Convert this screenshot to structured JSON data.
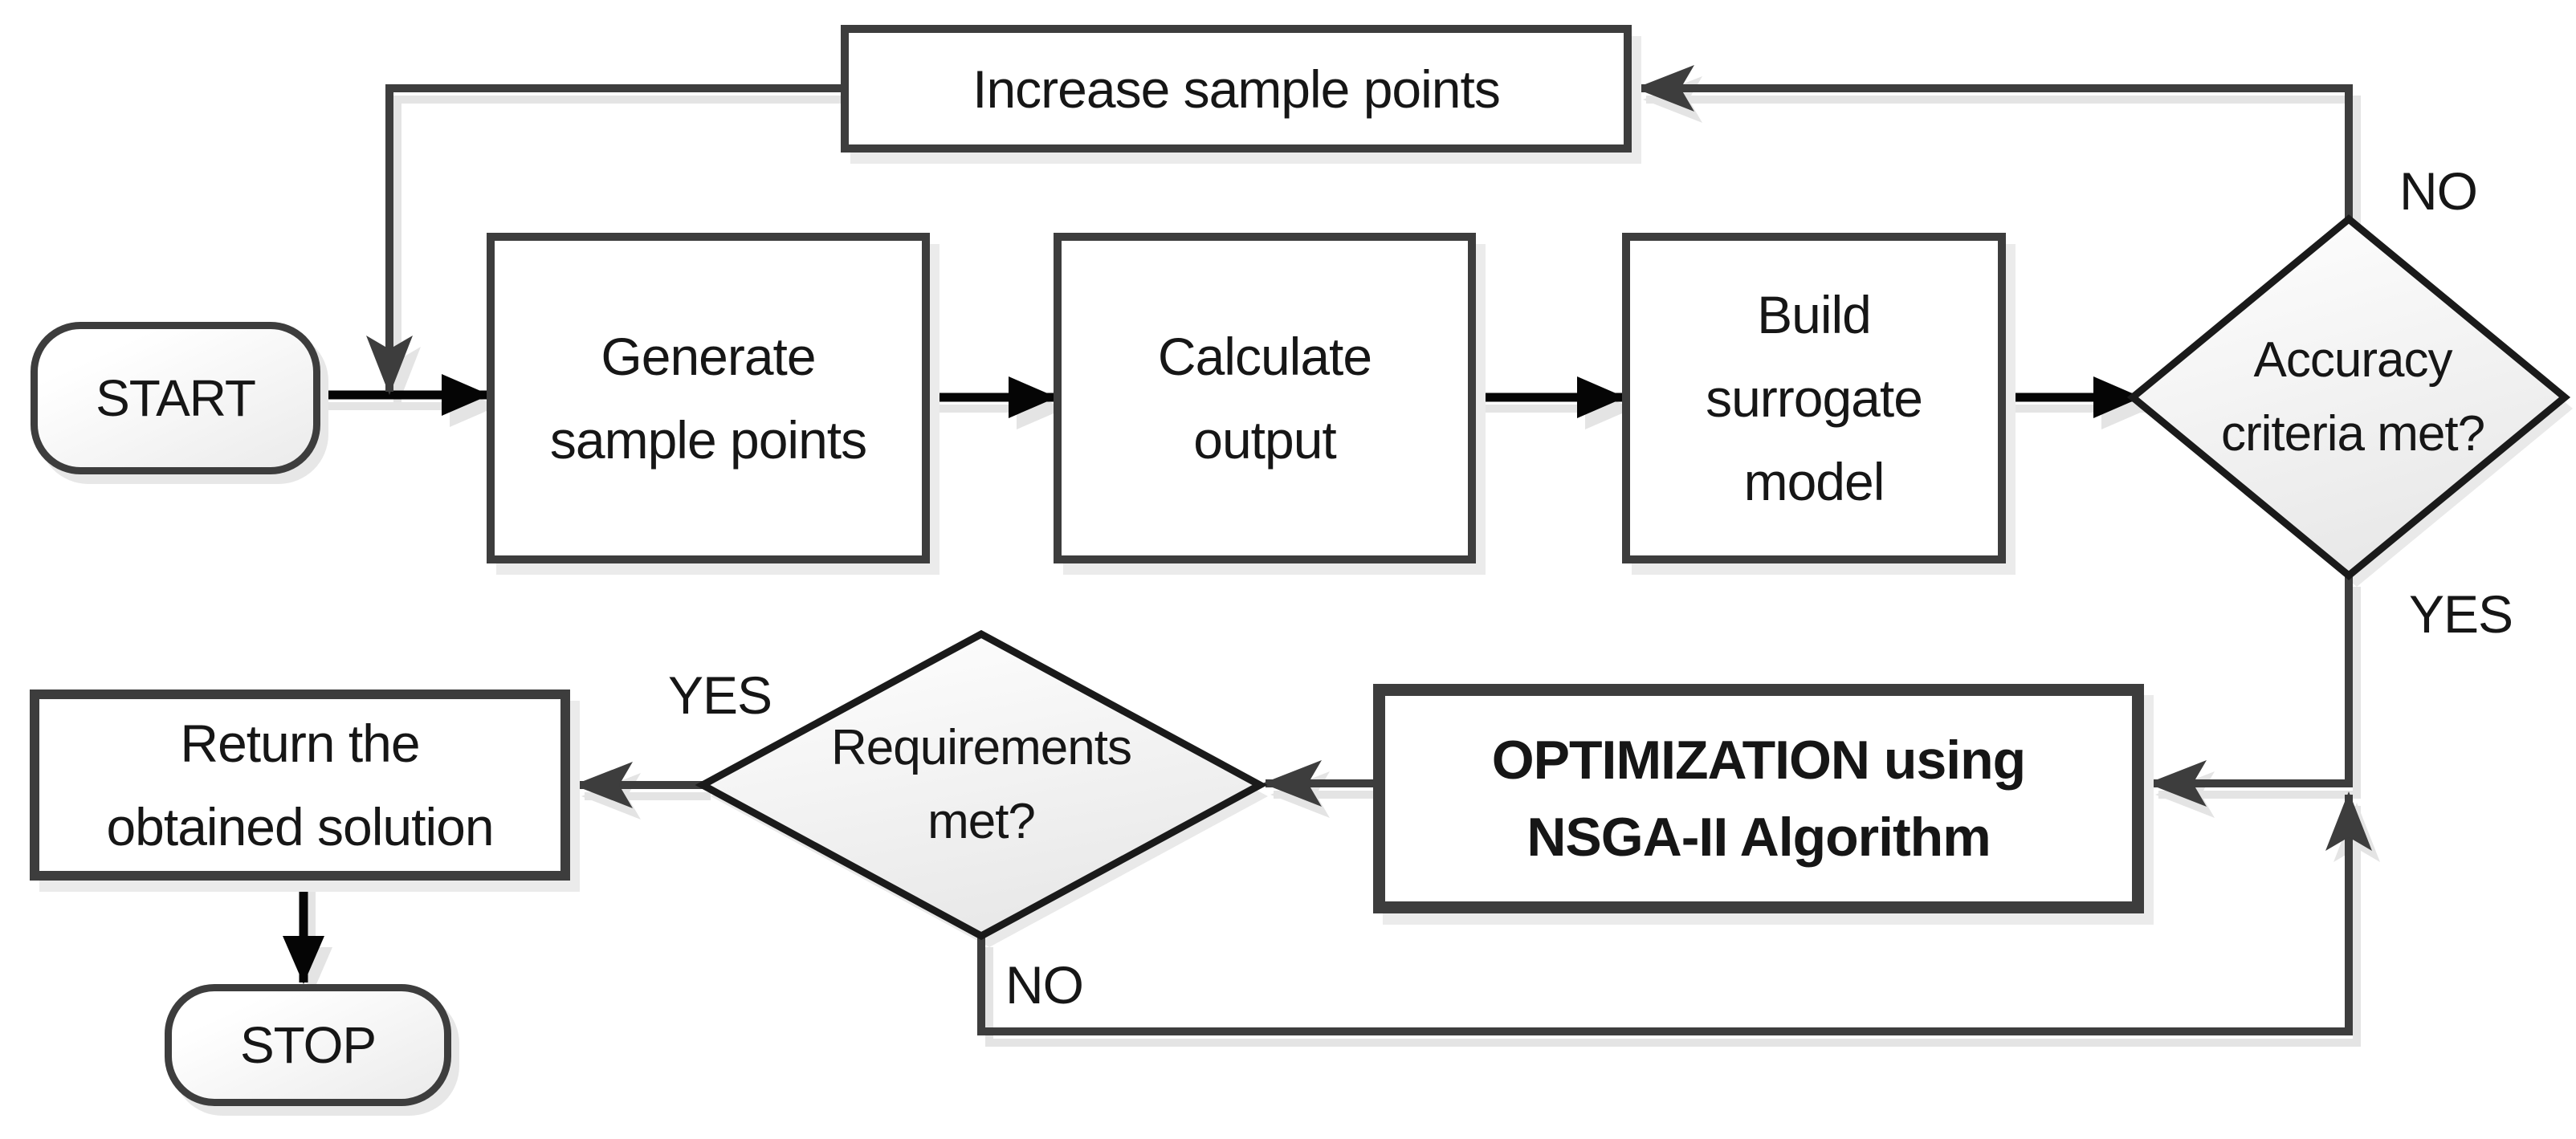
{
  "diagram": {
    "type": "flowchart",
    "background": "#ffffff",
    "colors": {
      "box_border": "#3d3d3d",
      "diamond_border": "#1a1a1a",
      "connector": "#3d3d3d",
      "arrow_main": "#050505",
      "text": "#161616",
      "shadow": "#e9e9e9",
      "diamond_fill_top": "#ffffff",
      "diamond_fill_bottom": "#ebebeb"
    },
    "nodes": {
      "start": {
        "type": "terminator",
        "label": "START"
      },
      "increase": {
        "type": "process",
        "label": "Increase sample points"
      },
      "generate": {
        "type": "process",
        "lines": [
          "Generate",
          "sample points"
        ]
      },
      "calculate": {
        "type": "process",
        "lines": [
          "Calculate",
          "output"
        ]
      },
      "build": {
        "type": "process",
        "lines": [
          "Build",
          "surrogate",
          "model"
        ]
      },
      "accuracy": {
        "type": "decision",
        "lines": [
          "Accuracy",
          "criteria met?"
        ]
      },
      "optimization": {
        "type": "process-emphasis",
        "lines": [
          "OPTIMIZATION using",
          "NSGA-II Algorithm"
        ]
      },
      "requirements": {
        "type": "decision",
        "lines": [
          "Requirements",
          "met?"
        ]
      },
      "return": {
        "type": "process",
        "lines": [
          "Return the",
          "obtained solution"
        ]
      },
      "stop": {
        "type": "terminator",
        "label": "STOP"
      }
    },
    "edge_labels": {
      "accuracy_no": "NO",
      "accuracy_yes": "YES",
      "requirements_yes": "YES",
      "requirements_no": "NO"
    }
  }
}
